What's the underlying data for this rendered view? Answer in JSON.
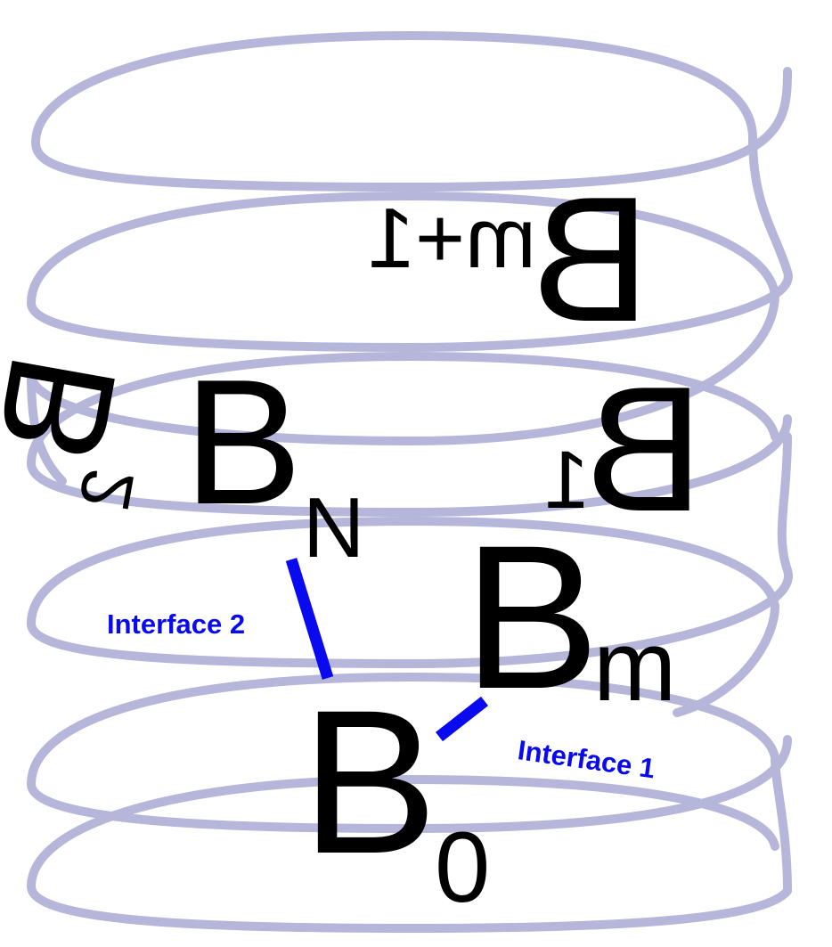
{
  "colors": {
    "helix": "#b6b5da",
    "interface": "#0a0af0",
    "text": "#000000"
  },
  "subunits": {
    "b0": {
      "letter": "B",
      "sub": "0"
    },
    "bm": {
      "letter": "B",
      "sub": "m"
    },
    "bn": {
      "letter": "B",
      "sub": "N"
    },
    "bm1": {
      "letter": "B",
      "sub": "m+1"
    },
    "b1": {
      "letter": "B",
      "sub": "1"
    },
    "b2": {
      "letter": "B",
      "sub": "2"
    }
  },
  "interfaces": {
    "one": "Interface 1",
    "two": "Interface 2"
  }
}
